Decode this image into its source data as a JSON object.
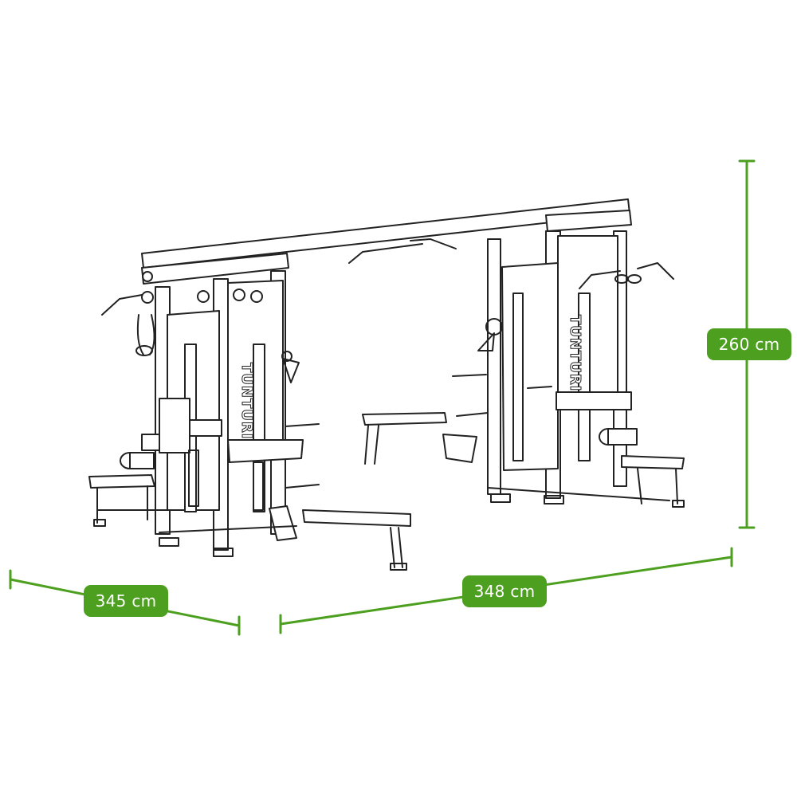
{
  "dimensions": {
    "height": "260 cm",
    "depth": "345 cm",
    "width": "348 cm"
  },
  "brand_logo": "TUNTURI",
  "colors": {
    "dimension_accent": "#4da01f",
    "line_art": "#222222",
    "background": "#ffffff"
  }
}
